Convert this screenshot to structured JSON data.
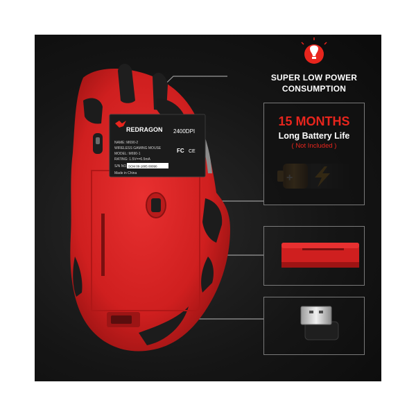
{
  "feature": {
    "power_title_line1": "SUPER LOW POWER",
    "power_title_line2": "CONSUMPTION",
    "months": "15 MONTHS",
    "battery_life": "Long Battery Life",
    "not_included": "( Not Included )"
  },
  "label": {
    "brand": "REDRAGON",
    "dpi": "2400DPI",
    "name": "NAME: M690-2",
    "product": "WIRELESS GAMING MOUSE",
    "model": "MODEL: M690-1",
    "rating": "RATING: 1.5V==6.5mA",
    "sn": "S/N NO.",
    "barcode_text": "SCM 00-1805 00090",
    "made_in": "Made in China",
    "fc": "FC",
    "ce": "CE"
  },
  "colors": {
    "mouse_red": "#d92323",
    "accent_red": "#e8251d",
    "panel_bg": "#151515"
  }
}
